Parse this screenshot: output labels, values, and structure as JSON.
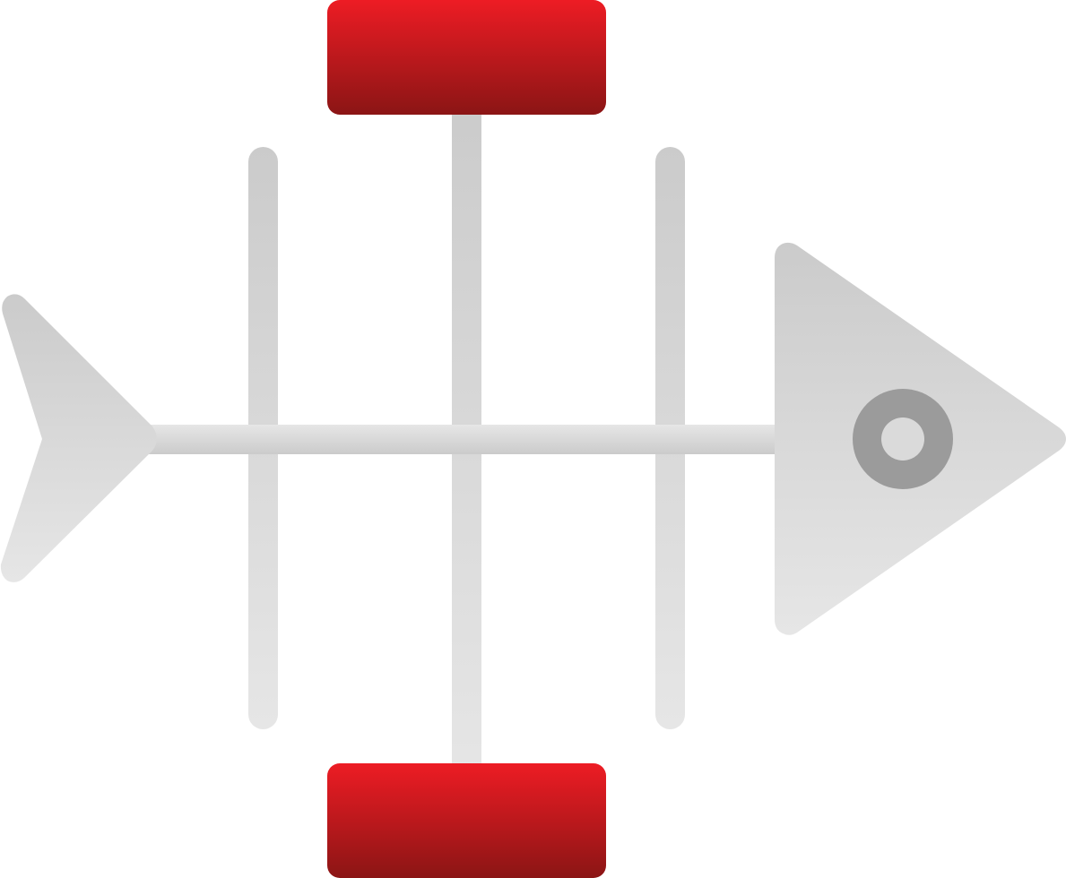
{
  "diagram": {
    "kind": "fishbone-icon",
    "colors": {
      "bone_light": "#e6e6e6",
      "bone_dark": "#cbcbcb",
      "eye_ring": "#9b9b9b",
      "eye_center": "#dadada",
      "box_top": "#ed1c24",
      "box_bottom": "#8b1515",
      "background": "#ffffff"
    },
    "parts": {
      "head": "fish-head",
      "tail": "fish-tail",
      "spine": "main-spine",
      "ribs": [
        "left-rib",
        "center-rib",
        "right-rib"
      ],
      "category_boxes": [
        "top-category-box",
        "bottom-category-box"
      ]
    }
  }
}
